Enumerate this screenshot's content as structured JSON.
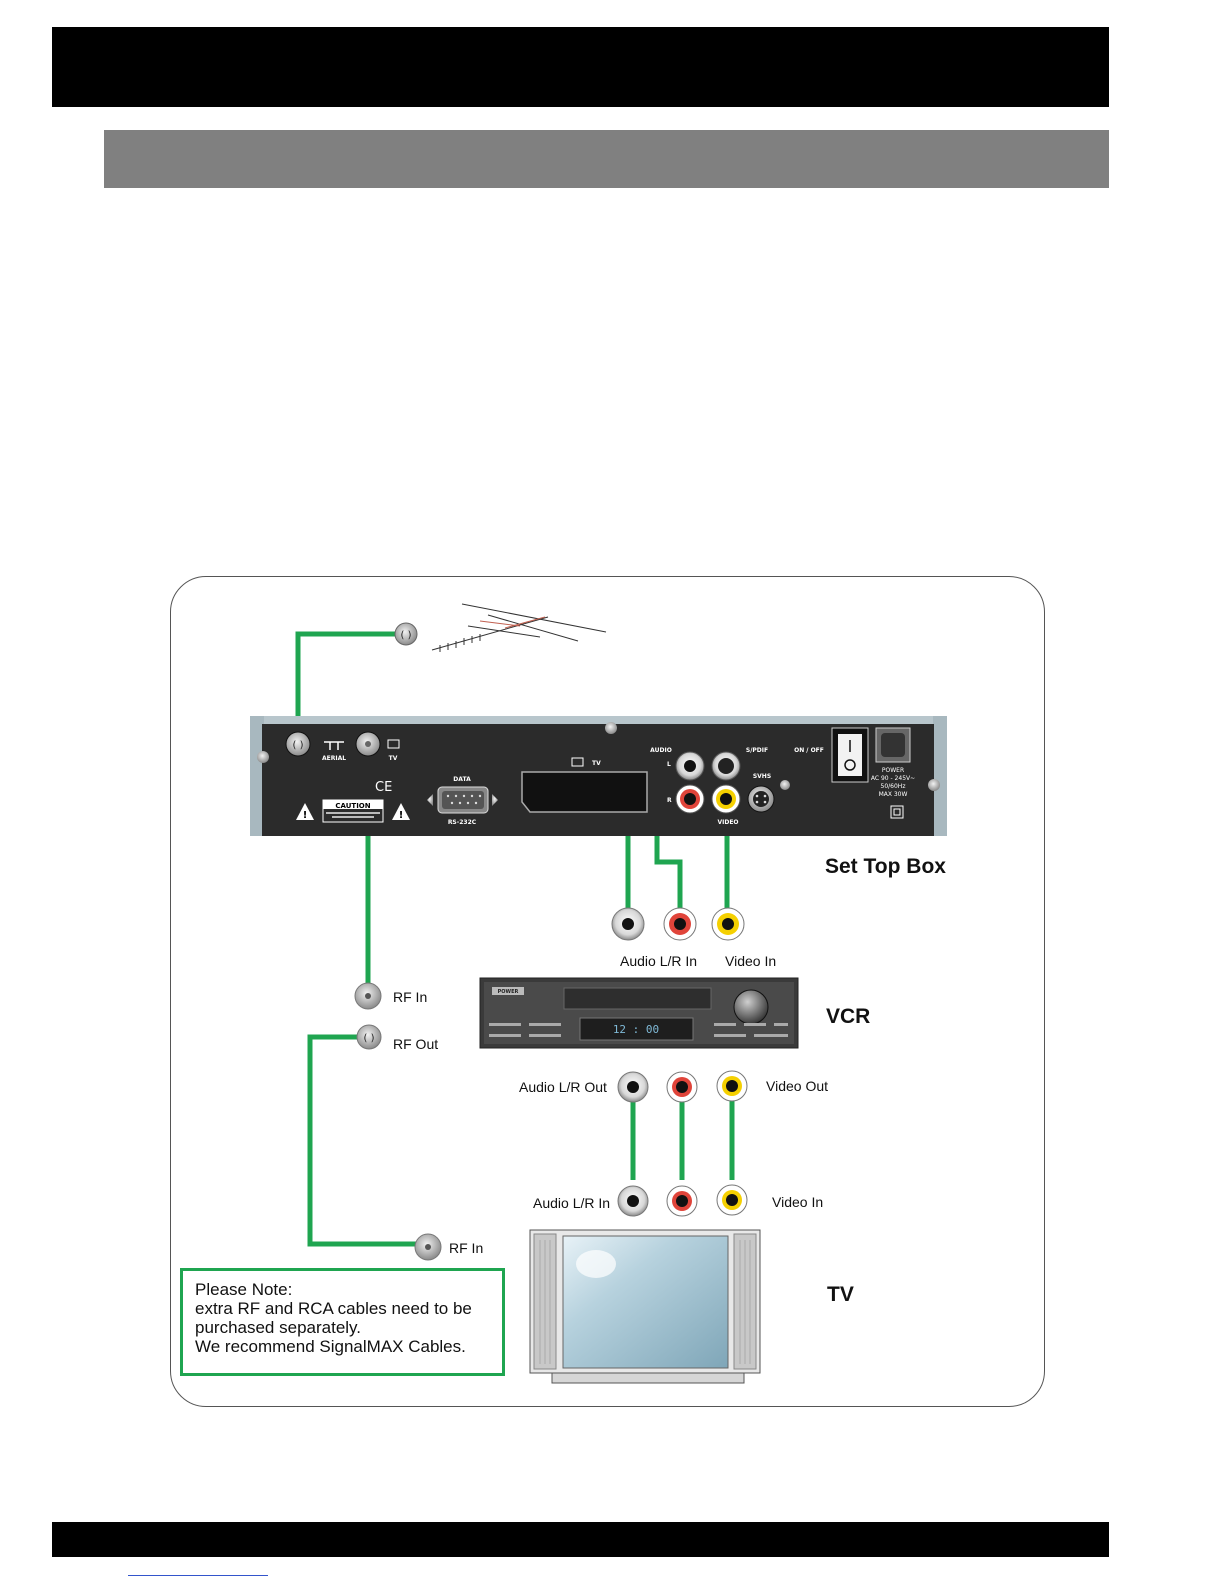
{
  "labels": {
    "set_top_box": "Set Top Box",
    "vcr": "VCR",
    "tv": "TV",
    "stb_audio_lr_in": "Audio L/R In",
    "stb_video_in": "Video In",
    "vcr_rf_in": "RF In",
    "vcr_rf_out": "RF Out",
    "vcr_audio_lr_out": "Audio L/R Out",
    "vcr_video_out": "Video Out",
    "tv_audio_lr_in": "Audio L/R In",
    "tv_video_in": "Video In",
    "tv_rf_in": "RF In"
  },
  "stb_panel": {
    "aerial": "AERIAL",
    "tv_small": "TV",
    "data": "DATA",
    "rs232": "RS-232C",
    "scart_tv": "TV",
    "audio": "AUDIO",
    "l": "L",
    "r": "R",
    "spdif": "S/PDIF",
    "svhs": "SVHS",
    "video": "VIDEO",
    "on_off": "ON / OFF",
    "power": "POWER",
    "power_rating": "AC 90 - 245V~",
    "power_freq": "50/60Hz",
    "power_max": "MAX 30W",
    "caution": "CAUTION"
  },
  "vcr_panel": {
    "power_button": "POWER",
    "clock": "12 : 00"
  },
  "note": {
    "line1": "Please Note:",
    "line2": "extra RF and RCA cables need to be",
    "line3": "purchased separately.",
    "line4": "We recommend SignalMAX Cables."
  },
  "colors": {
    "cable": "#1fa550",
    "rca_white": "#ffffff",
    "rca_red": "#e0443a",
    "rca_yellow": "#f5d000",
    "stb_body": "#2b2b2b",
    "vcr_body": "#3a3a3a",
    "tv_screen": "#a9c8d6"
  },
  "icons": {
    "antenna": "yagi-antenna-icon",
    "coax": "coax-connector-icon",
    "rca": "rca-jack-icon"
  }
}
